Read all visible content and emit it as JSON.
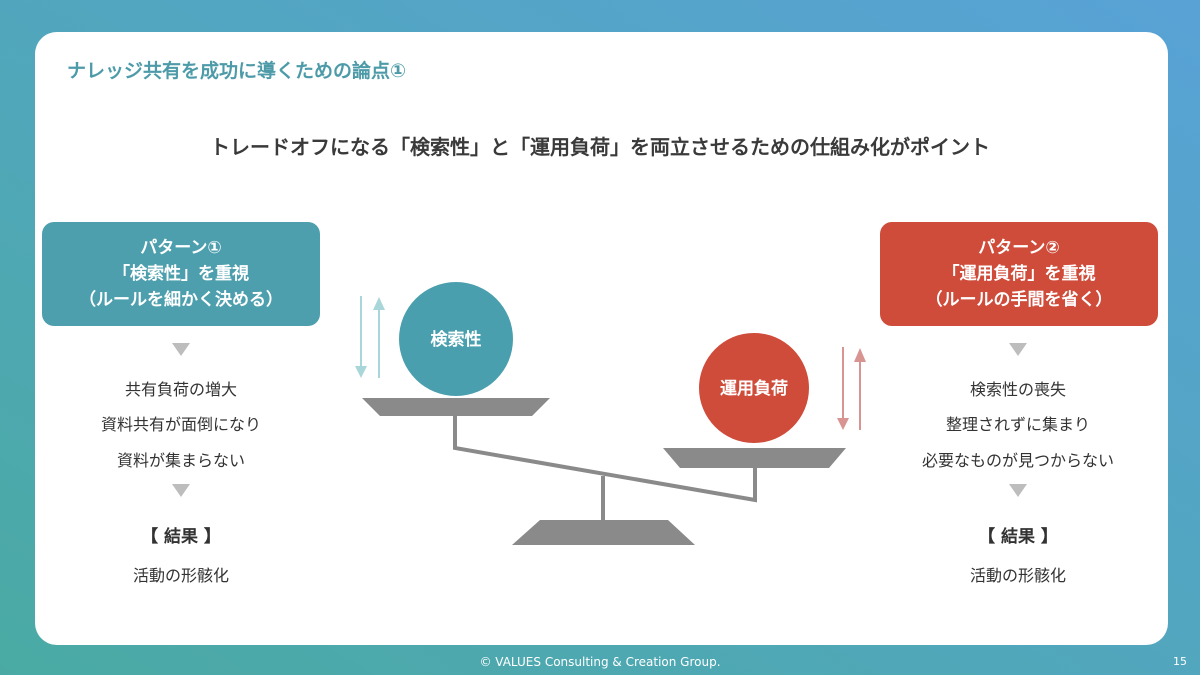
{
  "title": "ナレッジ共有を成功に導くための論点①",
  "subtitle": "トレードオフになる「検索性」と「運用負荷」を両立させるための仕組み化がポイント",
  "left": {
    "lines": [
      "パターン①",
      "「検索性」を重視",
      "（ルールを細かく決める）"
    ],
    "effects": [
      "共有負荷の増大",
      "資料共有が面倒になり",
      "資料が集まらない"
    ],
    "result_label": "【 結果 】",
    "result": "活動の形骸化",
    "color": "#4d9fae"
  },
  "right": {
    "lines": [
      "パターン②",
      "「運用負荷」を重視",
      "（ルールの手間を省く）"
    ],
    "effects": [
      "検索性の喪失",
      "整理されずに集まり",
      "必要なものが見つからない"
    ],
    "result_label": "【 結果 】",
    "result": "活動の形骸化",
    "color": "#cf4c3b"
  },
  "scale": {
    "left_ball": "検索性",
    "right_ball": "運用負荷"
  },
  "footer": "© VALUES Consulting & Creation Group.",
  "page": "15"
}
